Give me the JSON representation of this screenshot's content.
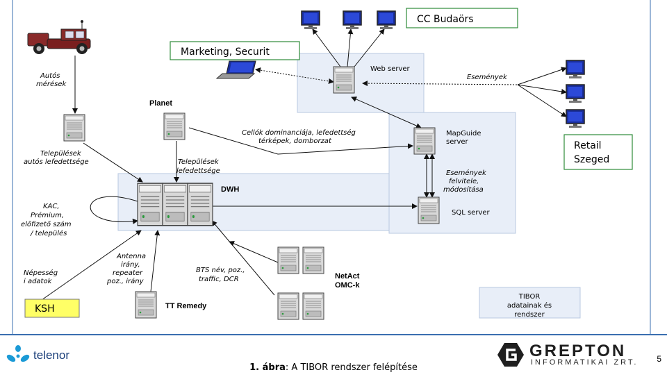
{
  "labels": {
    "cc_budaors": "CC Budaörs",
    "marketing": "Marketing, Securit",
    "web_server": "Web server",
    "esemenyek": "Események",
    "retail_line1": "Retail",
    "retail_line2": "Szeged",
    "autos_line1": "Autós",
    "autos_line2": "mérések",
    "planet": "Planet",
    "cellok_line1": "Cellók dominanciája, lefedettség",
    "cellok_line2": "térképek, domborzat",
    "mapguide_line1": "MapGuide",
    "mapguide_line2": "server",
    "telep_autos_line1": "Települések",
    "telep_autos_line2": "autós lefedettsége",
    "telep_lef_line1": "Települések",
    "telep_lef_line2": "lefedettsége",
    "dwh": "DWH",
    "esem_felvitel_line1": "Események",
    "esem_felvitel_line2": "felvitele,",
    "esem_felvitel_line3": "módosítása",
    "sql_server": "SQL server",
    "kac_line1": "KAC,",
    "kac_line2": "Prémium,",
    "kac_line3": "előfizető szám",
    "kac_line4": "/ település",
    "nepesseg_line1": "Népesség",
    "nepesseg_line2": "i adatok",
    "antenna_line1": "Antenna",
    "antenna_line2": "irány,",
    "antenna_line3": "repeater",
    "antenna_line4": "poz., irány",
    "bts_line1": "BTS név, poz.,",
    "bts_line2": "traffic, DCR",
    "netact_line1": "NetAct",
    "netact_line2": "OMC-k",
    "ksh": "KSH",
    "tt_remedy": "TT Remedy",
    "tibor_line1": "TIBOR",
    "tibor_line2": "adatainak és",
    "tibor_line3": "rendszer"
  },
  "footer": {
    "caption_bold": "1. ábra",
    "caption_rest": ": A TIBOR rendszer felépítése",
    "page_number": "5",
    "telenor_word": "telenor",
    "grepton_name": "GREPTON",
    "grepton_sub": "INFORMATIKAI ZRT."
  },
  "colors": {
    "zone_fill": "#e8eef8",
    "zone_stroke": "#b8c8e0",
    "green_box": "#2e8b3a",
    "ksh_fill": "#ffff66",
    "accent_blue": "#1b3f7a"
  }
}
